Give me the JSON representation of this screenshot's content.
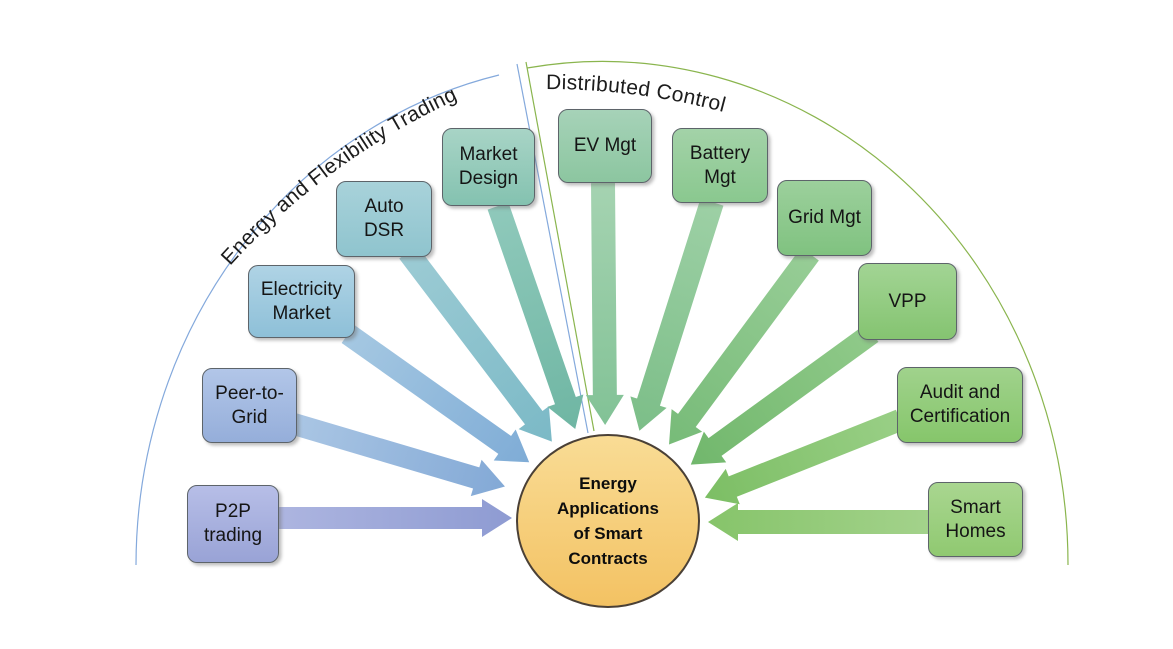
{
  "figure": {
    "center": {
      "label": "Energy\nApplications\nof Smart\nContracts",
      "fill_top": "#F9DC95",
      "fill_bottom": "#F3C263",
      "border_color": "#4A4036"
    },
    "sections": [
      {
        "label": "Energy and Flexibility Trading",
        "arc_color": "#84A9DC"
      },
      {
        "label": "Distributed Control",
        "arc_color": "#8AB54E"
      }
    ],
    "nodes": [
      {
        "label": "P2P\ntrading",
        "section": "Energy and Flexibility Trading",
        "box_top": "#B7BEE7",
        "box_bottom": "#99A3D6",
        "arrow_from": "#ADB5E0",
        "arrow_to": "#8E9BD2"
      },
      {
        "label": "Peer-to-\nGrid",
        "section": "Energy and Flexibility Trading",
        "box_top": "#B2C6E8",
        "box_bottom": "#95AEDA",
        "arrow_from": "#AAC6E4",
        "arrow_to": "#83A9D6"
      },
      {
        "label": "Electricity\nMarket",
        "section": "Energy and Flexibility Trading",
        "box_top": "#AFD3E5",
        "box_bottom": "#8EC0D8",
        "arrow_from": "#A5C8E2",
        "arrow_to": "#7FACD6"
      },
      {
        "label": "Auto\nDSR",
        "section": "Energy and Flexibility Trading",
        "box_top": "#A8D2DA",
        "box_bottom": "#8FC4CE",
        "arrow_from": "#9CCBD4",
        "arrow_to": "#7BB9C6"
      },
      {
        "label": "Market\nDesign",
        "section": "Energy and Flexibility Trading",
        "box_top": "#A8D4C6",
        "box_bottom": "#84C2B0",
        "arrow_from": "#8FC9BB",
        "arrow_to": "#6FB6A3"
      },
      {
        "label": "EV Mgt",
        "section": "Distributed Control",
        "box_top": "#A6D2B8",
        "box_bottom": "#8CC6A0",
        "arrow_from": "#A5D3B1",
        "arrow_to": "#82C296"
      },
      {
        "label": "Battery\nMgt",
        "section": "Distributed Control",
        "box_top": "#A3D2A8",
        "box_bottom": "#8AC88F",
        "arrow_from": "#9DD0A5",
        "arrow_to": "#7CBE88"
      },
      {
        "label": "Grid Mgt",
        "section": "Distributed Control",
        "box_top": "#9CD09C",
        "box_bottom": "#80C280",
        "arrow_from": "#97CD96",
        "arrow_to": "#77BB78"
      },
      {
        "label": "VPP",
        "section": "Distributed Control",
        "box_top": "#A2D494",
        "box_bottom": "#85C471",
        "arrow_from": "#90CA8A",
        "arrow_to": "#71B76C"
      },
      {
        "label": "Audit and\nCertification",
        "section": "Distributed Control",
        "box_top": "#A0D28C",
        "box_bottom": "#86C66B",
        "arrow_from": "#99CF86",
        "arrow_to": "#7CBE64"
      },
      {
        "label": "Smart\nHomes",
        "section": "Distributed Control",
        "box_top": "#A9D690",
        "box_bottom": "#90C971",
        "arrow_from": "#A3D28B",
        "arrow_to": "#86C46A"
      }
    ]
  }
}
